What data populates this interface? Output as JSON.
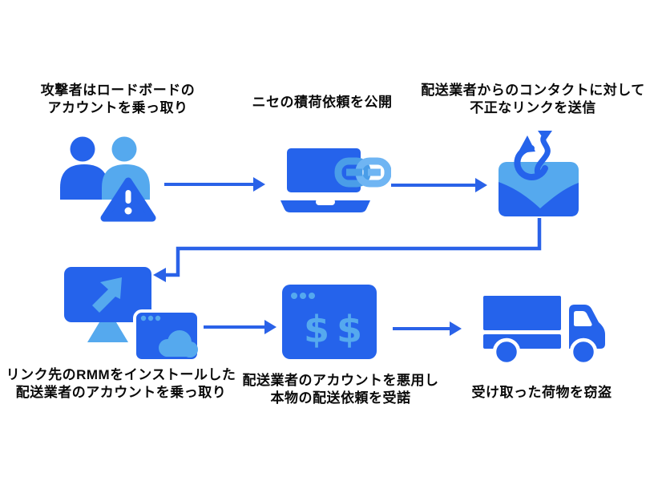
{
  "colors": {
    "primary_blue": "#2563eb",
    "light_blue": "#55a9ee",
    "chain_left_blue": "#4a9de8",
    "chain_right_blue": "#6fb5f3",
    "arrow_blue": "#2a62e8",
    "label_color": "#0a0a0a"
  },
  "steps": [
    {
      "label": "攻撃者はロードボードの\nアカウントを乗っ取り",
      "icon": "hijacked-users-warning-icon"
    },
    {
      "label": "ニセの積荷依頼を公開",
      "icon": "laptop-link-icon"
    },
    {
      "label": "配送業者からのコンタクトに対して\n不正なリンクを送信",
      "icon": "phishing-mail-icon"
    },
    {
      "label": "リンク先のRMMをインストールした\n配送業者のアカウントを乗っ取り",
      "icon": "rmm-remote-access-icon"
    },
    {
      "label": "配送業者のアカウントを悪用し\n本物の配送依頼を受諾",
      "icon": "payment-window-icon"
    },
    {
      "label": "受け取った荷物を窃盗",
      "icon": "cargo-truck-icon"
    }
  ],
  "icon_glyphs": {
    "dollar": "$"
  }
}
